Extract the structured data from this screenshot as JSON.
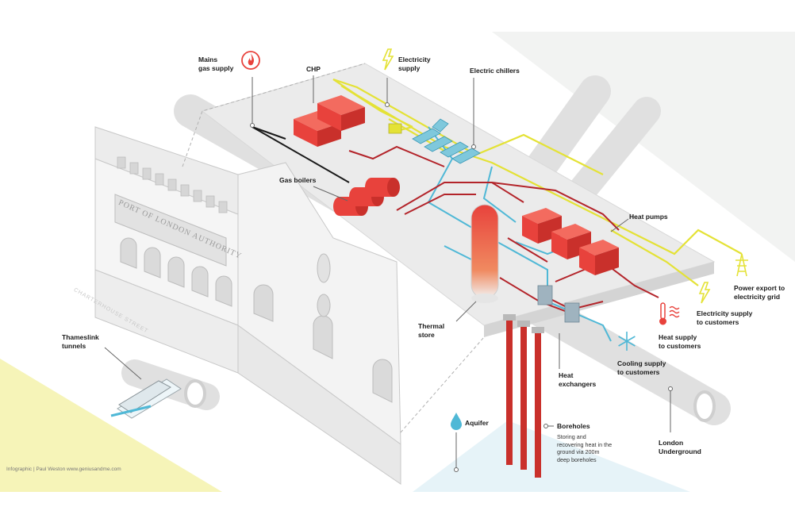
{
  "labels": {
    "mains_gas": [
      "Mains",
      "gas supply"
    ],
    "chp": [
      "CHP"
    ],
    "electricity_supply": [
      "Electricity",
      "supply"
    ],
    "electric_chillers": [
      "Electric chillers"
    ],
    "gas_boilers": [
      "Gas boilers"
    ],
    "heat_pumps": [
      "Heat pumps"
    ],
    "power_export": [
      "Power export to",
      "electricity grid"
    ],
    "electricity_to_customers": [
      "Electricity supply",
      "to customers"
    ],
    "heat_to_customers": [
      "Heat supply",
      "to customers"
    ],
    "cooling_to_customers": [
      "Cooling supply",
      "to customers"
    ],
    "thermal_store": [
      "Thermal",
      "store"
    ],
    "heat_exchangers": [
      "Heat",
      "exchangers"
    ],
    "thameslink": [
      "Thameslink",
      "tunnels"
    ],
    "aquifer": [
      "Aquifer"
    ],
    "boreholes": [
      "Boreholes"
    ],
    "boreholes_desc": [
      "Storing and",
      "recovering heat in the",
      "ground via 200m",
      "deep boreholes"
    ],
    "london_underground": [
      "London",
      "Underground"
    ]
  },
  "street_name": "CHARTERHOUSE STREET",
  "building_plaque": "PORT OF LONDON AUTHORITY",
  "credit": "Infographic | Paul Weston   www.geniusandme.com",
  "icons": [
    "flame-icon",
    "lightning-icon",
    "pylon-icon",
    "thermometer-icon",
    "snowflake-icon",
    "water-drop-icon"
  ],
  "colors": {
    "gas_line": "#1a1a1a",
    "heat_line": "#b3242a",
    "electric_line": "#e4e236",
    "cooling_line": "#4fb8d6",
    "equipment_red": "#e8423c",
    "chiller_blue": "#7fc8dc",
    "ground_yellow": "#f6f4b8",
    "aquifer_blue": "#e6f3f8"
  }
}
